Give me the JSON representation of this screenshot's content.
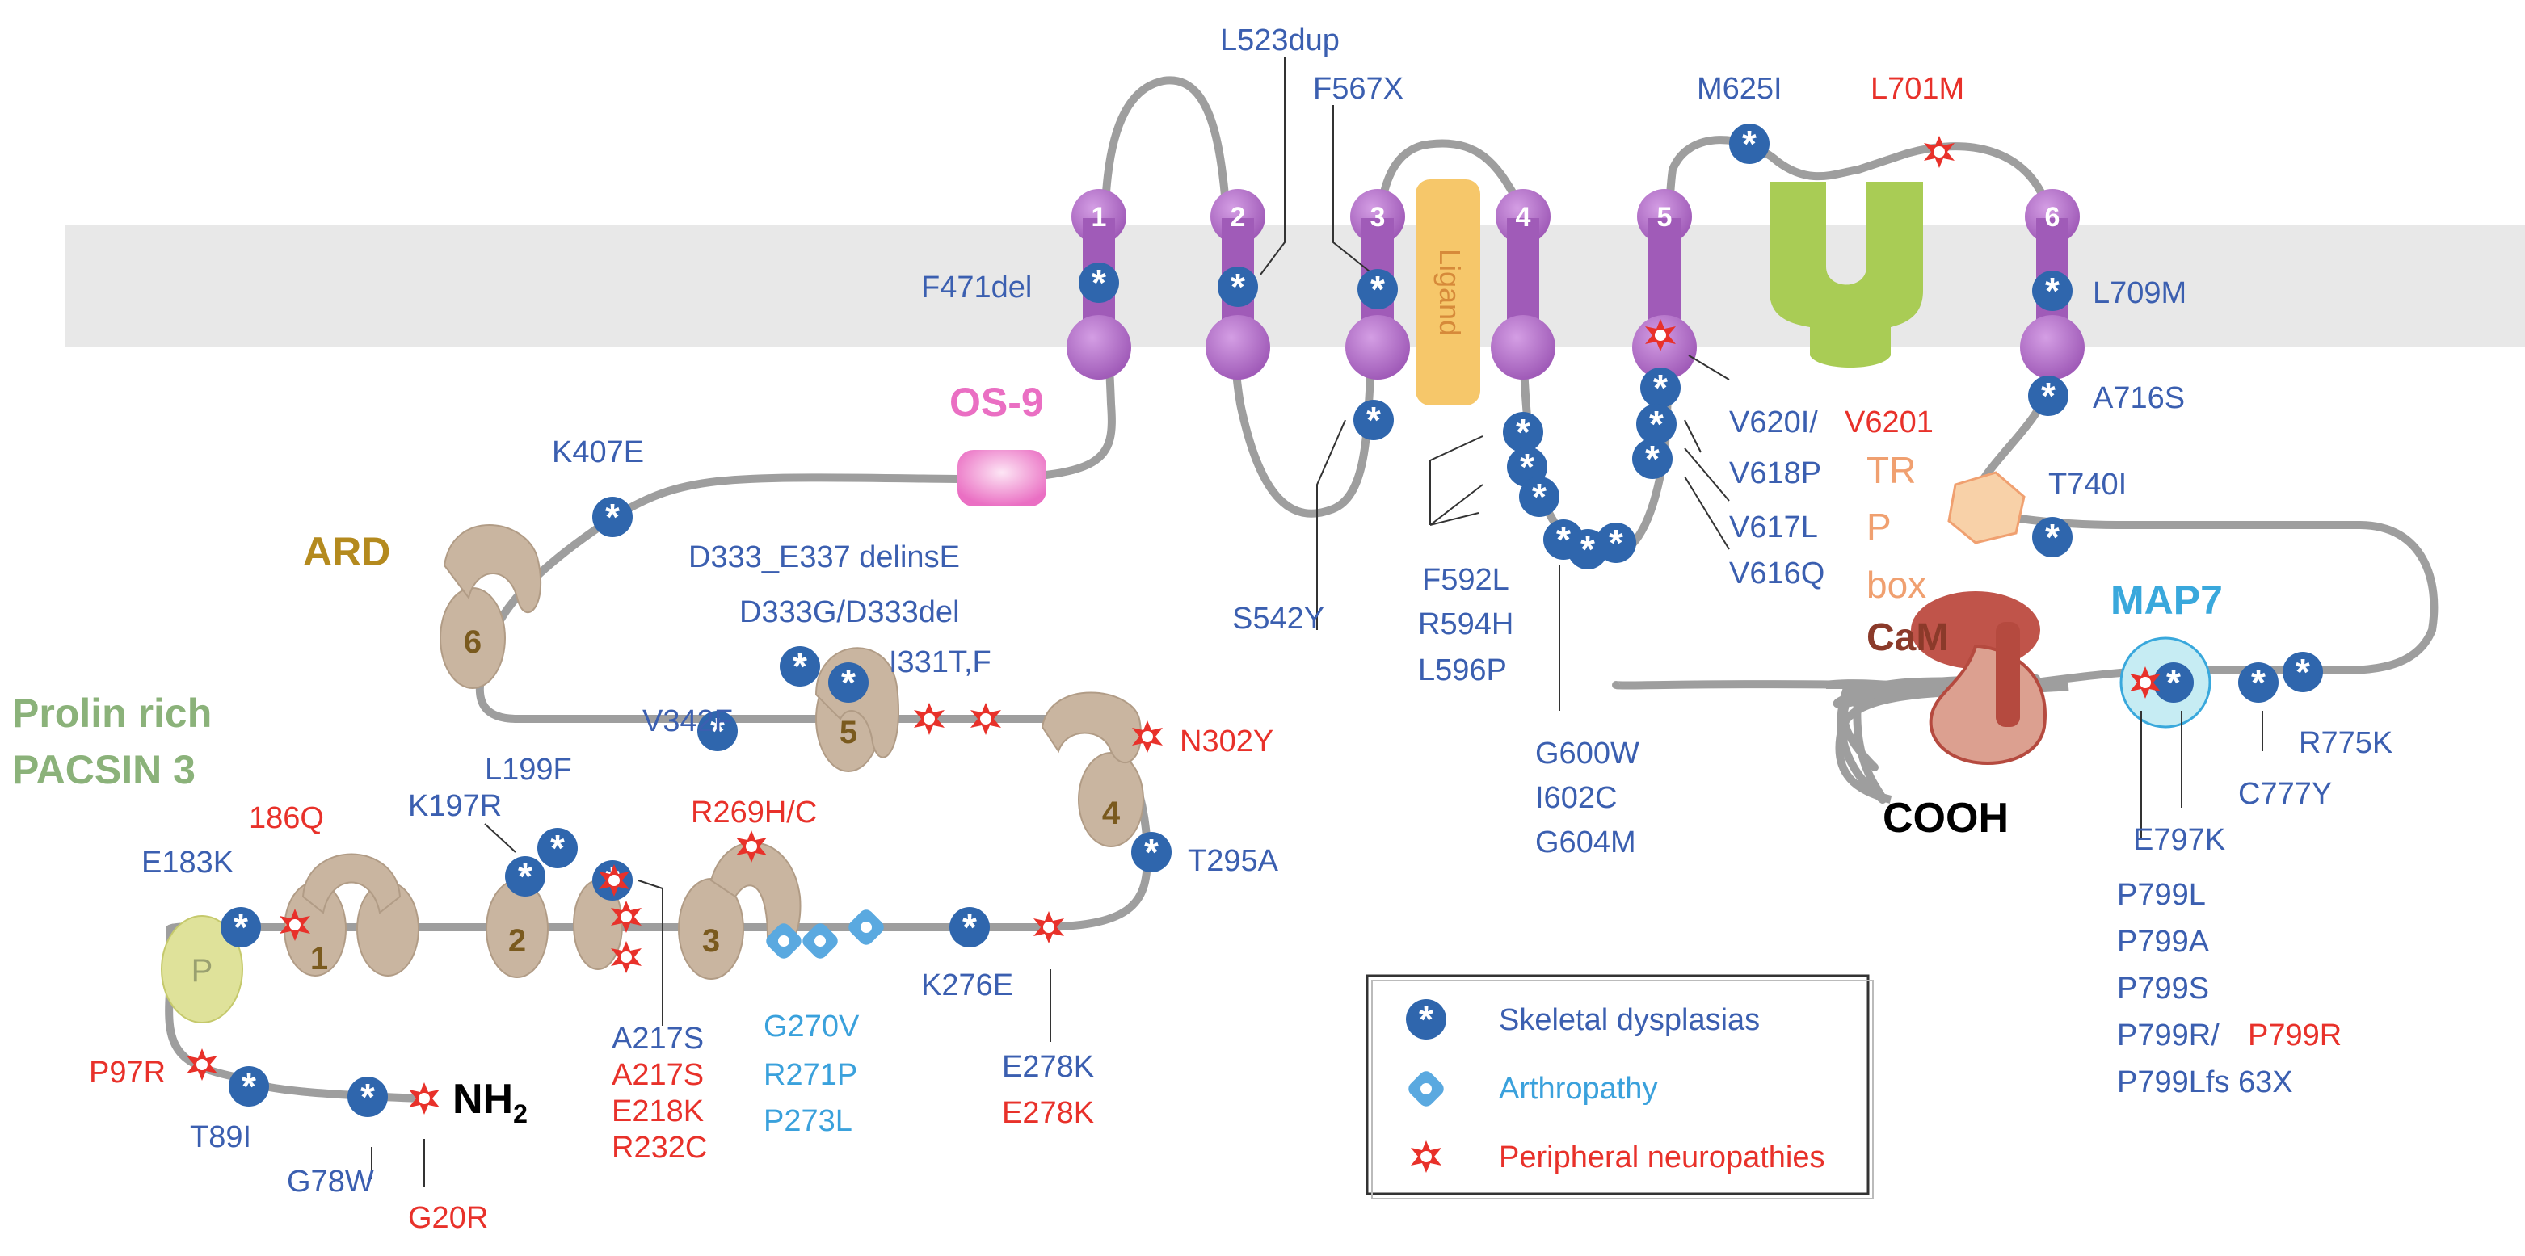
{
  "colors": {
    "skeletal": "#2f66ad",
    "skeletal_text": "#3b5fb0",
    "arthropathy": "#5aa9e0",
    "arthropathy_text": "#3aa1dc",
    "neuropathy": "#e8312a",
    "ankyrin": "#c9b5a0",
    "ankyrin_number": "#7a5a1e",
    "helix": "#a05bb8",
    "ligand": "#f6c76a",
    "trp_box": "#f0a070",
    "pore": "#a9cc55",
    "os9": "#ea6fc3",
    "cam": "#b54a3f",
    "map7": "#39a8dc",
    "pacsin": "#8bb27a",
    "ard": "#b48a1e",
    "membrane": "#e8e8e8"
  },
  "labels": {
    "ard": "ARD",
    "prolin_rich": "Prolin rich",
    "pacsin3": "PACSIN 3",
    "os9": "OS-9",
    "ligand": "Ligand",
    "trp_box_line1": "TR",
    "trp_box_line2": "P",
    "trp_box_line3": "box",
    "cam": "CaM",
    "map7": "MAP7",
    "cooh": "COOH",
    "nh2": "NH",
    "nh2_sub": "2",
    "p_domain": "P"
  },
  "helices": [
    "1",
    "2",
    "3",
    "4",
    "5",
    "6"
  ],
  "ankyrin_repeats": [
    "1",
    "2",
    "3",
    "4",
    "5",
    "6"
  ],
  "legend": [
    {
      "label": "Skeletal dysplasias",
      "type": "skeletal"
    },
    {
      "label": "Arthropathy",
      "type": "arthropathy"
    },
    {
      "label": "Peripheral neuropathies",
      "type": "neuropathy"
    }
  ],
  "mutations": {
    "l523dup": "L523dup",
    "f567x": "F567X",
    "m625i": "M625I",
    "l701m": "L701M",
    "f471del": "F471del",
    "l709m": "L709M",
    "v620i": "V620I/",
    "v6201": "V6201",
    "a716s": "A716S",
    "k407e": "K407E",
    "v618p": "V618P",
    "v617l": "V617L",
    "v616q": "V616Q",
    "t740i": "T740I",
    "d333_e337": "D333_E337  delinsE",
    "s542y": "S542Y",
    "f592l": "F592L",
    "r594h": "R594H",
    "l596p": "L596P",
    "d333g": "D333G/D333del",
    "i331t": "I331T,F",
    "v342f": "V342F",
    "n302y": "N302Y",
    "l199f": "L199F",
    "k197r": "K197R",
    "a186q": "186Q",
    "r269h": "R269H/C",
    "g600w": "G600W",
    "i602c": "I602C",
    "g604m": "G604M",
    "r775k": "R775K",
    "c777y": "C777Y",
    "e183k": "E183K",
    "t295a": "T295A",
    "e797k": "E797K",
    "p799l": "P799L",
    "p799a": "P799A",
    "p799s": "P799S",
    "p799r_a": "P799R/",
    "p799r_b": "P799R",
    "p799lfs": "P799Lfs 63X",
    "k276e": "K276E",
    "a217s_blue": "A217S",
    "a217s_red": "A217S",
    "e218k": "E218K",
    "r232c": "R232C",
    "g270v": "G270V",
    "r271p": "R271P",
    "p273l": "P273L",
    "e278k_blue": "E278K",
    "e278k_red": "E278K",
    "p97r": "P97R",
    "t89i": "T89I",
    "g78w": "G78W",
    "g20r": "G20R"
  }
}
